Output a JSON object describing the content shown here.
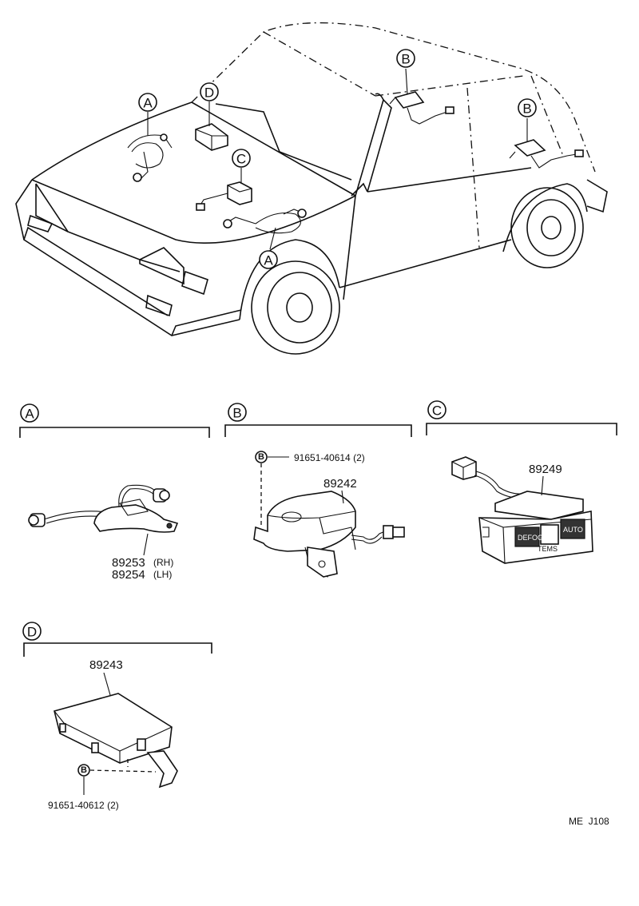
{
  "callouts": {
    "a": "A",
    "b": "B",
    "c": "C",
    "d": "D",
    "bolt": "B"
  },
  "parts": {
    "a_rh": "89253",
    "a_rh_side": "(RH)",
    "a_lh": "89254",
    "a_lh_side": "(LH)",
    "b_part": "89242",
    "b_bolt": "91651-40614 (2)",
    "c_part": "89249",
    "c_switch_left": "DEFOG",
    "c_switch_right": "AUTO",
    "c_switch_caption": "TEMS",
    "d_part": "89243",
    "d_bolt": "91651-40612 (2)"
  },
  "footer": {
    "code": "ME  J108"
  }
}
